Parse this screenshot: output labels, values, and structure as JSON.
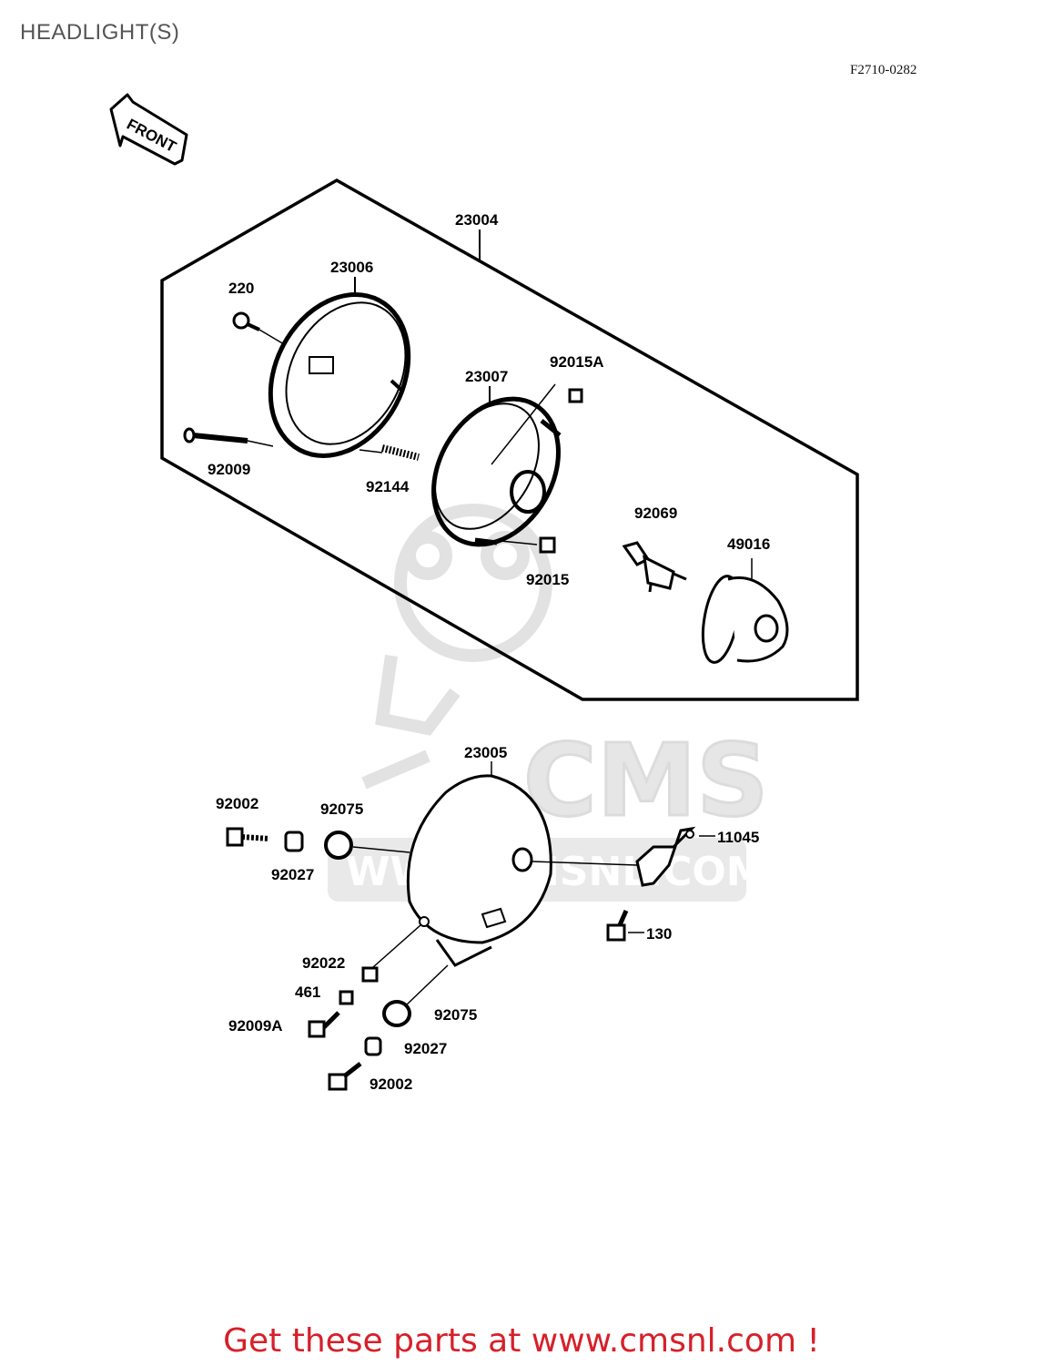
{
  "header": {
    "title": "HEADLIGHT(S)",
    "diagram_code": "F2710-0282"
  },
  "front_arrow": {
    "text": "FRONT"
  },
  "watermark": {
    "brand": "CMS",
    "url": "WWW.CMSNL.COM"
  },
  "parts": {
    "p23004": "23004",
    "p23006": "23006",
    "p220": "220",
    "p23007": "23007",
    "p92015A": "92015A",
    "p92009": "92009",
    "p92144": "92144",
    "p92069": "92069",
    "p49016": "49016",
    "p92015": "92015",
    "p23005": "23005",
    "p92002a": "92002",
    "p92075a": "92075",
    "p11045": "11045",
    "p92027a": "92027",
    "p130": "130",
    "p92022": "92022",
    "p461": "461",
    "p92075b": "92075",
    "p92009A": "92009A",
    "p92027b": "92027",
    "p92002b": "92002"
  },
  "footer": {
    "text": "Get these parts at www.cmsnl.com !"
  },
  "colors": {
    "footer": "#d6202a",
    "line": "#000000",
    "watermark": "#dddddd"
  }
}
